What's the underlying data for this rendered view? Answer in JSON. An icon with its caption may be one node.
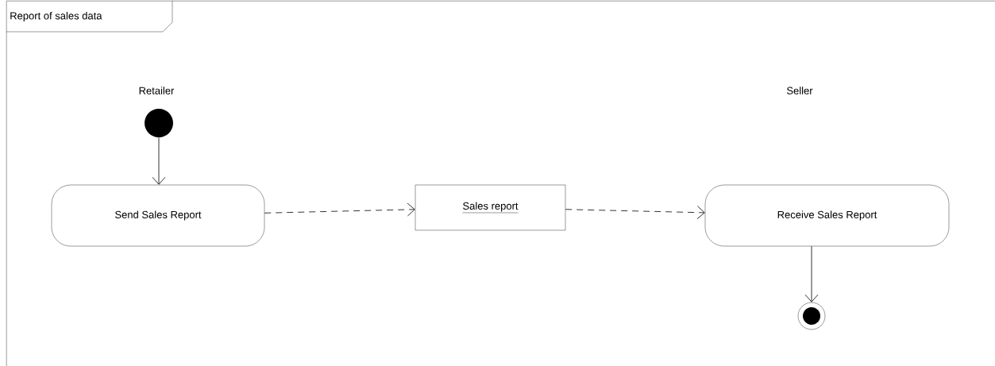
{
  "diagram": {
    "nodes": [
      {
        "text": [
          "Report of sales data"
        ]
      },
      {
        "text": [],
        "shape": "circle",
        "in": 0
      },
      {
        "text": [
          "Send Sales Report"
        ],
        "in": 0
      },
      {
        "text": [
          "Sales report"
        ],
        "in": 0
      },
      {
        "text": [
          "Receive Sales Report"
        ],
        "in": 0
      },
      {
        "text": [],
        "shape": "circle",
        "in": 0
      }
    ],
    "edges": [
      {
        "from": 1,
        "to": 2,
        "arrow": "to"
      },
      {
        "from": 2,
        "to": 3,
        "arrow": "to",
        "style": "dashed"
      },
      {
        "from": 3,
        "to": 4,
        "arrow": "to",
        "style": "dashed"
      },
      {
        "from": 4,
        "to": 5,
        "arrow": "to"
      }
    ],
    "labels": [
      "Retailer",
      "Seller"
    ]
  }
}
